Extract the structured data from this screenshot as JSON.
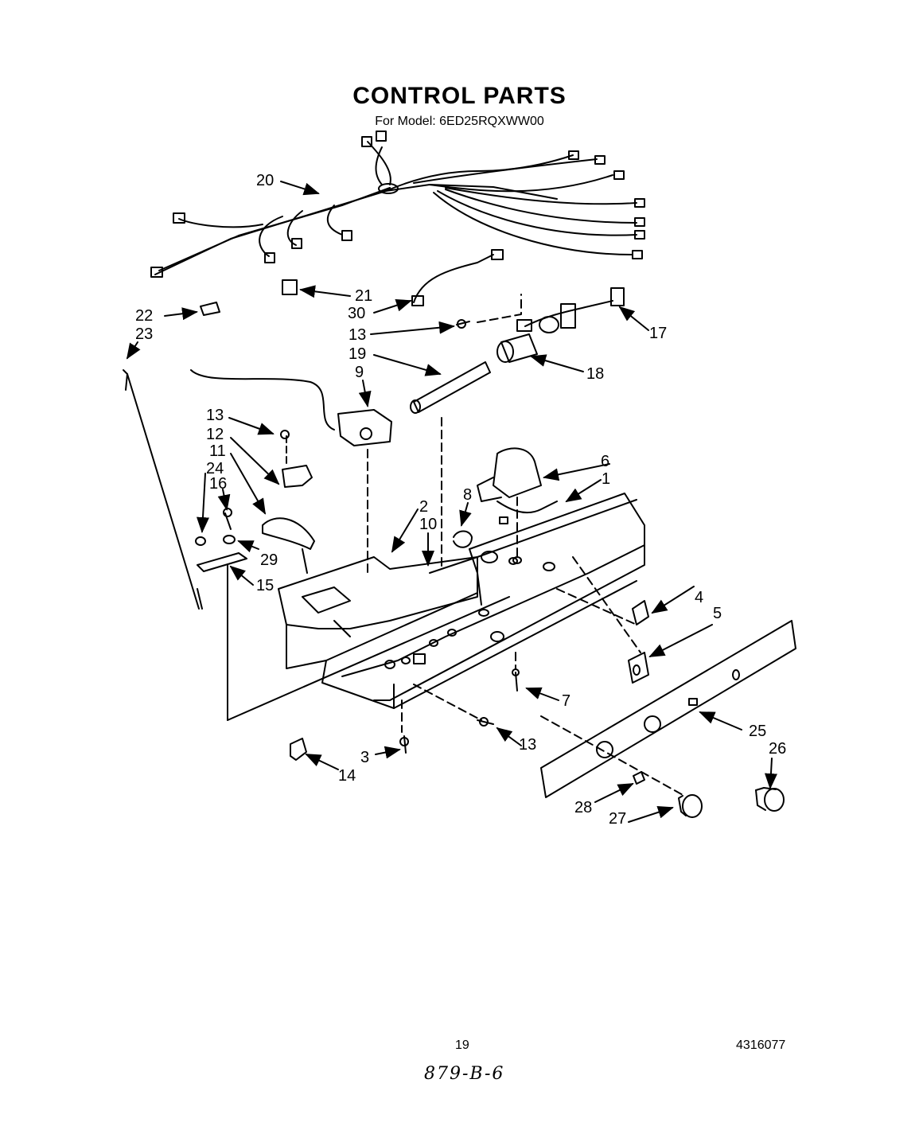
{
  "header": {
    "title": "CONTROL PARTS",
    "subtitle": "For Model: 6ED25RQXWW00"
  },
  "callouts": {
    "c1": "1",
    "c2": "2",
    "c3": "3",
    "c4": "4",
    "c5": "5",
    "c6": "6",
    "c7": "7",
    "c8": "8",
    "c9": "9",
    "c10": "10",
    "c11": "11",
    "c12": "12",
    "c13": "13",
    "c14": "14",
    "c15": "15",
    "c16": "16",
    "c17": "17",
    "c18": "18",
    "c19": "19",
    "c20": "20",
    "c21": "21",
    "c22": "22",
    "c23": "23",
    "c24": "24",
    "c25": "25",
    "c26": "26",
    "c27": "27",
    "c28": "28",
    "c29": "29",
    "c30": "30"
  },
  "footer": {
    "page_number": "19",
    "document_number": "4316077",
    "handwritten_note": "879-B-6"
  }
}
